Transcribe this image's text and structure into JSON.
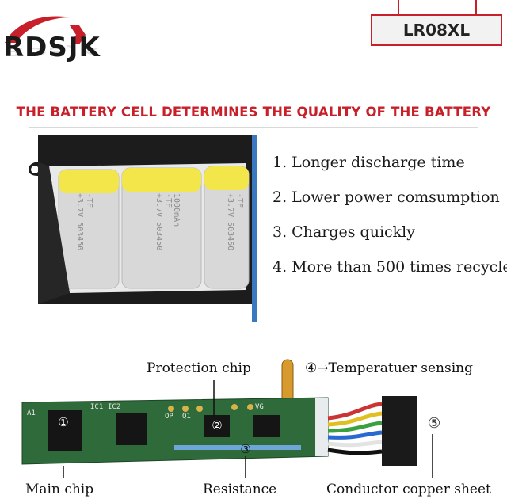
{
  "brand": {
    "name": "RDSJK"
  },
  "model": "LR08XL",
  "headline": "THE BATTERY CELL DETERMINES THE QUALITY OF THE BATTERY",
  "features": [
    "1. Longer discharge time",
    "2. Lower power comsumption",
    "3. Charges quickly",
    "4. More than 500 times recycle"
  ],
  "cell_print": {
    "line1": "-TF",
    "line2": "+3.7V 503450",
    "line3": "1000mAh"
  },
  "pcb": {
    "labels": {
      "protection_chip": "Protection chip",
      "temperature": "④→Temperatuer sensing",
      "main_chip": "Main chip",
      "resistance": "Resistance",
      "conductor": "Conductor copper sheet",
      "conductor_num": "⑤"
    },
    "markers": [
      "①",
      "②",
      "③"
    ],
    "silkscreen": [
      "IC1",
      "IC2",
      "OP",
      "Q1",
      "VG",
      "A1"
    ]
  },
  "colors": {
    "accent": "#c8202a",
    "frame_blue": "#3a78c2",
    "cell_yellow": "#f2e64a",
    "pcb_green": "#2f6b3a"
  }
}
